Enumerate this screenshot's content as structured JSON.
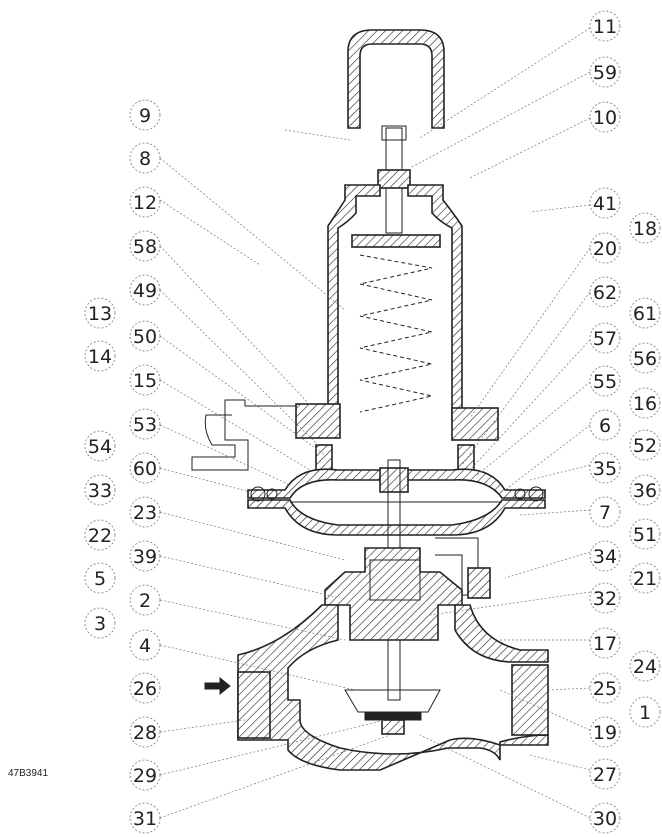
{
  "figure": {
    "reference_code": "47B3941",
    "callouts": {
      "c11": "11",
      "c59": "59",
      "c10": "10",
      "c9": "9",
      "c8": "8",
      "c12": "12",
      "c41": "41",
      "c18": "18",
      "c58": "58",
      "c20": "20",
      "c49": "49",
      "c62": "62",
      "c13": "13",
      "c61": "61",
      "c50": "50",
      "c57": "57",
      "c14": "14",
      "c56": "56",
      "c15": "15",
      "c55": "55",
      "c16": "16",
      "c53": "53",
      "c6": "6",
      "c54": "54",
      "c52": "52",
      "c60": "60",
      "c35": "35",
      "c33": "33",
      "c36": "36",
      "c23": "23",
      "c7": "7",
      "c22": "22",
      "c51": "51",
      "c39": "39",
      "c34": "34",
      "c5": "5",
      "c21": "21",
      "c2": "2",
      "c32": "32",
      "c3": "3",
      "c4": "4",
      "c17": "17",
      "c24": "24",
      "c26": "26",
      "c25": "25",
      "c1": "1",
      "c28": "28",
      "c19": "19",
      "c29": "29",
      "c27": "27",
      "c31": "31",
      "c30": "30"
    }
  }
}
